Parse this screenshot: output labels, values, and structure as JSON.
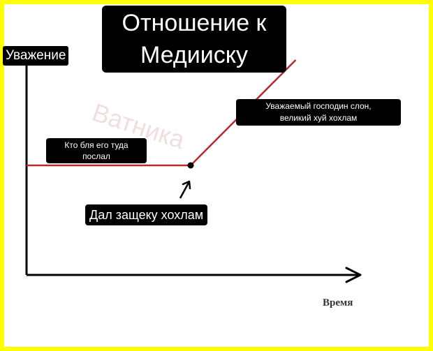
{
  "watermark": "Ватника",
  "chart_data": {
    "type": "line",
    "title_lines": [
      "Отношение к",
      "Медииску"
    ],
    "ylabel": "Уважение",
    "xlabel": "Время",
    "xlim": [
      0,
      10
    ],
    "ylim": [
      0,
      10
    ],
    "series": [
      {
        "x": [
          0,
          5,
          8.2
        ],
        "y": [
          5,
          5,
          10
        ]
      }
    ],
    "event_point": {
      "x": 5,
      "y": 5
    },
    "annotations": {
      "before": [
        "Кто бля его туда",
        "послал"
      ],
      "after": [
        "Уважаемый господин слон,",
        "великий хуй хохлам"
      ],
      "event": "Дал защеку хохлам"
    },
    "colors": {
      "frame": "#ffff00",
      "line": "#b52a2a",
      "axis": "#000000",
      "label_bg": "#000000",
      "label_text": "#ffffff"
    }
  }
}
